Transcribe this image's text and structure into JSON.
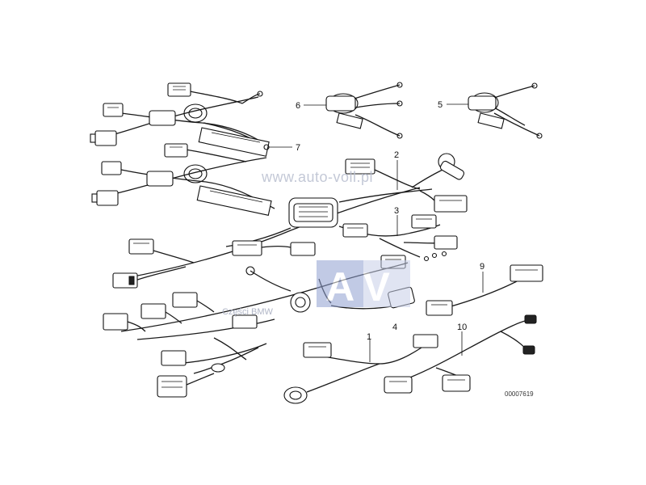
{
  "diagram": {
    "callouts": [
      {
        "id": "1",
        "label": "1"
      },
      {
        "id": "2",
        "label": "2"
      },
      {
        "id": "3",
        "label": "3"
      },
      {
        "id": "4",
        "label": "4"
      },
      {
        "id": "5",
        "label": "5"
      },
      {
        "id": "6",
        "label": "6"
      },
      {
        "id": "7",
        "label": "7"
      },
      {
        "id": "9",
        "label": "9"
      },
      {
        "id": "10",
        "label": "10"
      }
    ],
    "catalog_number": "00007619",
    "colors": {
      "line": "#1a1a1a",
      "background": "#ffffff",
      "watermark": "#b9bfd0",
      "logo_blue": "#8f9fd0"
    }
  },
  "watermark": {
    "url": "www.auto-voll.pl",
    "logo_letters": "AV",
    "caption": "Części BMW"
  }
}
